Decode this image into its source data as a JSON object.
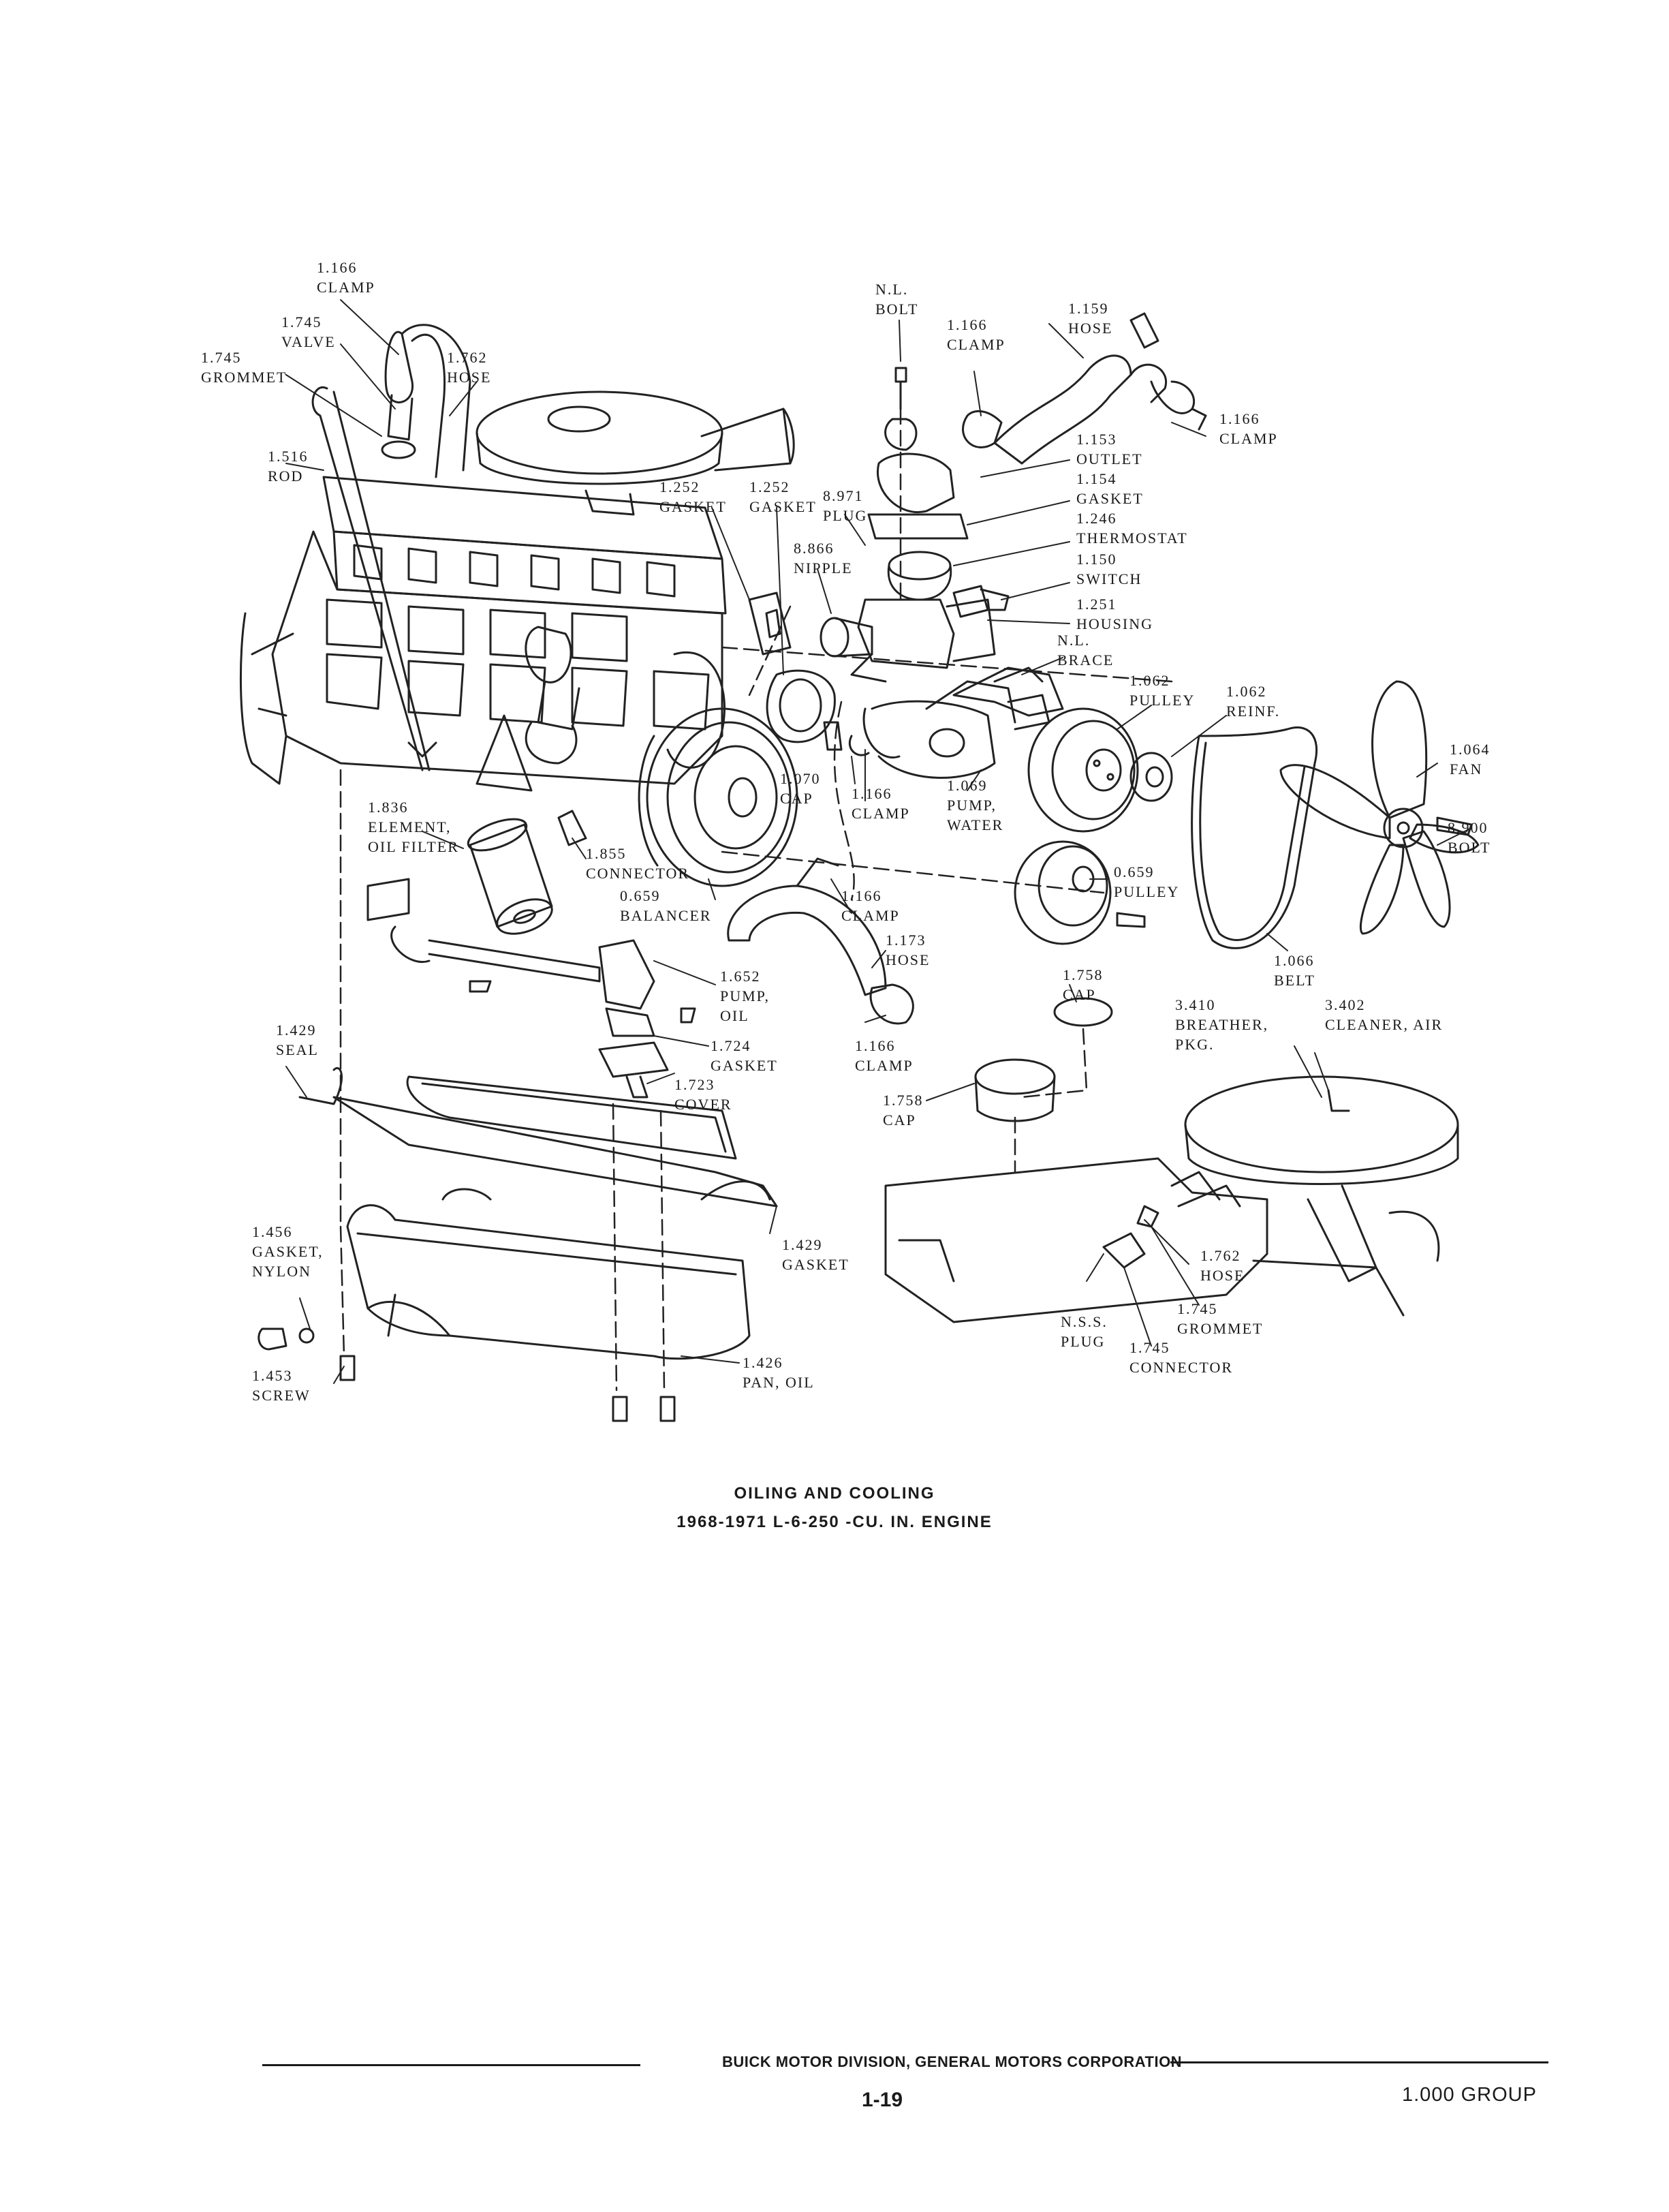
{
  "labels": [
    {
      "id": "p1166a",
      "lines": [
        "1.166",
        "CLAMP"
      ]
    },
    {
      "id": "p1745v",
      "lines": [
        "1.745",
        "VALVE"
      ]
    },
    {
      "id": "p1745g",
      "lines": [
        "1.745",
        "GROMMET"
      ]
    },
    {
      "id": "p1762h",
      "lines": [
        "1.762",
        "HOSE"
      ]
    },
    {
      "id": "p1516",
      "lines": [
        "1.516",
        "ROD"
      ]
    },
    {
      "id": "p1252a",
      "lines": [
        "1.252",
        "GASKET"
      ]
    },
    {
      "id": "p1252b",
      "lines": [
        "1.252",
        "GASKET"
      ]
    },
    {
      "id": "p8971",
      "lines": [
        "8.971",
        "PLUG"
      ]
    },
    {
      "id": "p8866",
      "lines": [
        "8.866",
        "NIPPLE"
      ]
    },
    {
      "id": "pnlbolt",
      "lines": [
        "N.L.",
        "BOLT"
      ]
    },
    {
      "id": "p1166b",
      "lines": [
        "1.166",
        "CLAMP"
      ]
    },
    {
      "id": "p1159",
      "lines": [
        "1.159",
        "HOSE"
      ]
    },
    {
      "id": "p1166c",
      "lines": [
        "1.166",
        "CLAMP"
      ]
    },
    {
      "id": "p1153",
      "lines": [
        "1.153",
        "OUTLET"
      ]
    },
    {
      "id": "p1154",
      "lines": [
        "1.154",
        "GASKET"
      ]
    },
    {
      "id": "p1246",
      "lines": [
        "1.246",
        "THERMOSTAT"
      ]
    },
    {
      "id": "p1150",
      "lines": [
        "1.150",
        "SWITCH"
      ]
    },
    {
      "id": "p1251",
      "lines": [
        "1.251",
        "HOUSING"
      ]
    },
    {
      "id": "pnlbrace",
      "lines": [
        "N.L.",
        "BRACE"
      ]
    },
    {
      "id": "p1062p",
      "lines": [
        "1.062",
        "PULLEY"
      ]
    },
    {
      "id": "p1062r",
      "lines": [
        "1.062",
        "REINF."
      ]
    },
    {
      "id": "p1064",
      "lines": [
        "1.064",
        "FAN"
      ]
    },
    {
      "id": "p8900",
      "lines": [
        "8.900",
        "BOLT"
      ]
    },
    {
      "id": "p1070",
      "lines": [
        "1.070",
        "CAP"
      ]
    },
    {
      "id": "p1166d",
      "lines": [
        "1.166",
        "CLAMP"
      ]
    },
    {
      "id": "p1069",
      "lines": [
        "1.069",
        "PUMP,",
        "WATER"
      ]
    },
    {
      "id": "p0659p",
      "lines": [
        "0.659",
        "PULLEY"
      ]
    },
    {
      "id": "p1066",
      "lines": [
        "1.066",
        "BELT"
      ]
    },
    {
      "id": "p1836",
      "lines": [
        "1.836",
        "ELEMENT,",
        "OIL FILTER"
      ]
    },
    {
      "id": "p1855",
      "lines": [
        "1.855",
        "CONNECTOR"
      ]
    },
    {
      "id": "p0659b",
      "lines": [
        "0.659",
        "BALANCER"
      ]
    },
    {
      "id": "p1166e",
      "lines": [
        "1.166",
        "CLAMP"
      ]
    },
    {
      "id": "p1173",
      "lines": [
        "1.173",
        "HOSE"
      ]
    },
    {
      "id": "p1652",
      "lines": [
        "1.652",
        "PUMP,",
        "OIL"
      ]
    },
    {
      "id": "p1724",
      "lines": [
        "1.724",
        "GASKET"
      ]
    },
    {
      "id": "p1723",
      "lines": [
        "1.723",
        "COVER"
      ]
    },
    {
      "id": "p1166f",
      "lines": [
        "1.166",
        "CLAMP"
      ]
    },
    {
      "id": "p1758a",
      "lines": [
        "1.758",
        "CAP"
      ]
    },
    {
      "id": "p1758b",
      "lines": [
        "1.758",
        "CAP"
      ]
    },
    {
      "id": "p3410",
      "lines": [
        "3.410",
        "BREATHER,",
        "PKG."
      ]
    },
    {
      "id": "p3402",
      "lines": [
        "3.402",
        "CLEANER, AIR"
      ]
    },
    {
      "id": "p1429s",
      "lines": [
        "1.429",
        "SEAL"
      ]
    },
    {
      "id": "p1429g",
      "lines": [
        "1.429",
        "GASKET"
      ]
    },
    {
      "id": "p1456",
      "lines": [
        "1.456",
        "GASKET,",
        "NYLON"
      ]
    },
    {
      "id": "p1453",
      "lines": [
        "1.453",
        "SCREW"
      ]
    },
    {
      "id": "p1426",
      "lines": [
        "1.426",
        "PAN, OIL"
      ]
    },
    {
      "id": "pnss",
      "lines": [
        "N.S.S.",
        "PLUG"
      ]
    },
    {
      "id": "p1762b",
      "lines": [
        "1.762",
        "HOSE"
      ]
    },
    {
      "id": "p1745gb",
      "lines": [
        "1.745",
        "GROMMET"
      ]
    },
    {
      "id": "p1745c",
      "lines": [
        "1.745",
        "CONNECTOR"
      ]
    }
  ],
  "caption": {
    "line1": "OILING AND COOLING",
    "line2": "1968-1971 L-6-250 -CU. IN. ENGINE"
  },
  "footer": {
    "division": "BUICK MOTOR DIVISION, GENERAL MOTORS CORPORATION",
    "page_number": "1-19",
    "group": "1.000 GROUP"
  }
}
